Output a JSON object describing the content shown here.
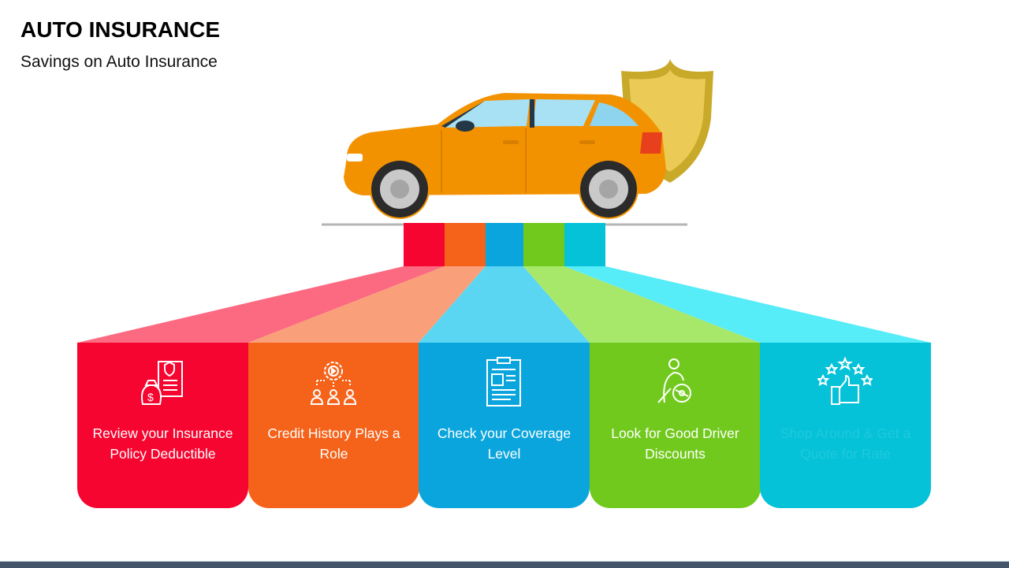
{
  "header": {
    "title": "AUTO INSURANCE",
    "subtitle": "Savings on Auto Insurance"
  },
  "colors": {
    "red": "#f5052f",
    "orange": "#f5621a",
    "blue": "#0aa5dc",
    "green": "#72c91e",
    "cyan": "#05c2d8",
    "car": "#f39200",
    "shield": "#e8c94a",
    "footer": "#44546a"
  },
  "cards": [
    {
      "label": "Review your Insurance Policy Deductible",
      "icon": "money-bag-document-icon"
    },
    {
      "label": "Credit History Plays a Role",
      "icon": "gear-people-icon"
    },
    {
      "label": "Check your Coverage Level",
      "icon": "clipboard-icon"
    },
    {
      "label": "Look for Good Driver Discounts",
      "icon": "driver-steering-icon"
    },
    {
      "label": "Shop Around & Get a Quote for Rate",
      "icon": "thumbs-up-stars-icon"
    }
  ]
}
